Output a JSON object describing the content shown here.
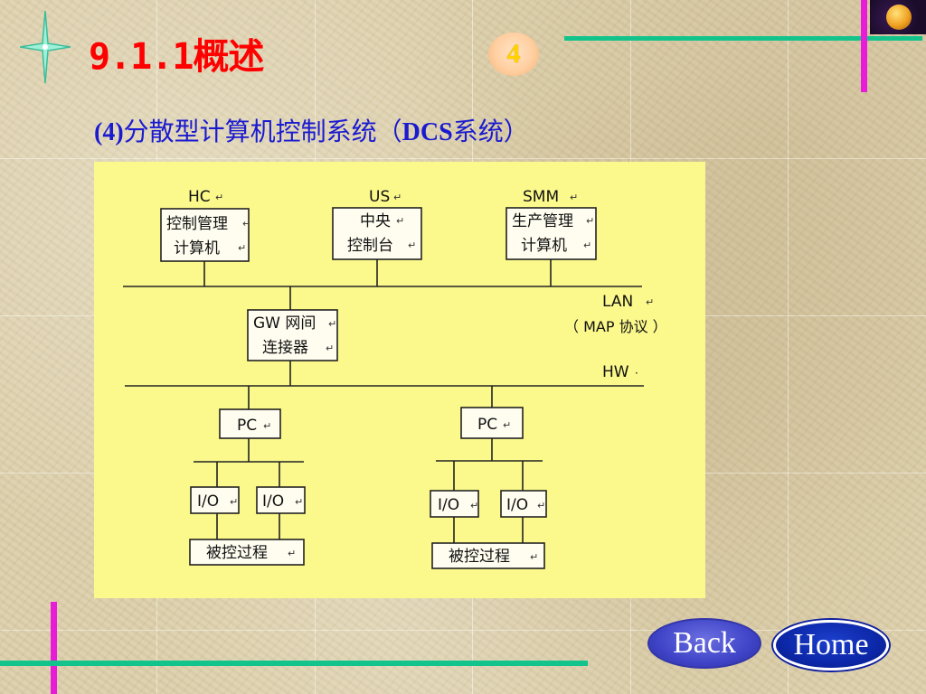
{
  "title": "9.1.1概述",
  "page_number": "4",
  "subtitle": {
    "prefix": "(4)",
    "middle": "分散型计算机控制系统（",
    "acronym": "DCS",
    "suffix": "系统）"
  },
  "diagram": {
    "return_mark": "↵",
    "top_nodes": [
      {
        "code": "HC",
        "line1": "控制管理",
        "line2": "计算机"
      },
      {
        "code": "US",
        "line1": "中央",
        "line2": "控制台"
      },
      {
        "code": "SMM",
        "line1": "生产管理",
        "line2": "计算机"
      }
    ],
    "lan_label": "LAN",
    "lan_protocol": "（ MAP 协议 ）",
    "gateway": {
      "line1": "GW 网间",
      "line2": "连接器"
    },
    "hw_label": "HW",
    "hw_mark": "·",
    "pc_nodes": [
      {
        "label": "PC",
        "io": [
          "I/O",
          "I/O"
        ],
        "process": "被控过程"
      },
      {
        "label": "PC",
        "io": [
          "I/O",
          "I/O"
        ],
        "process": "被控过程"
      }
    ]
  },
  "nav": {
    "back": "Back",
    "home": "Home"
  },
  "colors": {
    "title": "#ff0000",
    "subtitle": "#1a1ad0",
    "diagram_background": "#fbf88c",
    "accent_green": "#12c48c",
    "accent_magenta": "#e81cd8",
    "page_badge_text": "#ffd200",
    "back_button": "#4a4fd0",
    "home_button": "#0c27a8"
  }
}
